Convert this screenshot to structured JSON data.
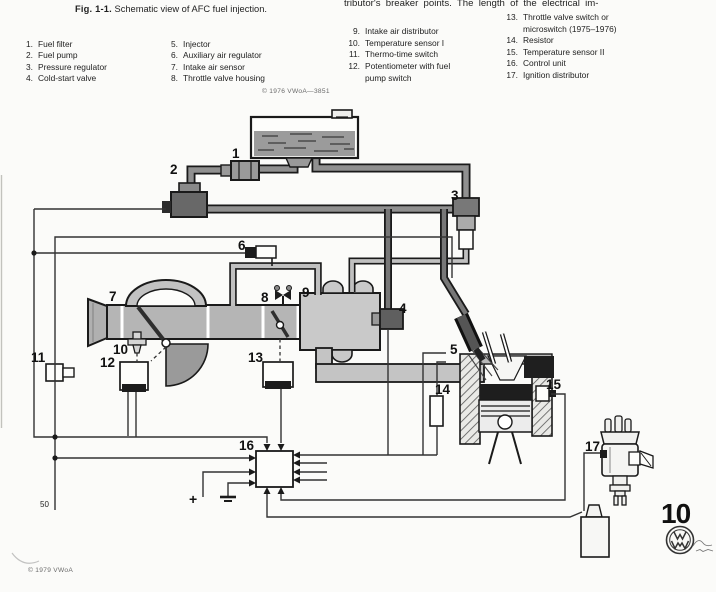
{
  "page": {
    "top_right_line": "tributor's breaker points. The length of the electrical im-",
    "caption_label": "Fig. 1-1.",
    "caption_text": " Schematic view of AFC fuel injection.",
    "credit_top": "© 1976 VWoA—3851",
    "credit_bottom": "© 1979 VWoA",
    "page_number": "10"
  },
  "legend": {
    "column1": [
      {
        "num": "1.",
        "line1": "Fuel filter"
      },
      {
        "num": "2.",
        "line1": "Fuel pump"
      },
      {
        "num": "3.",
        "line1": "Pressure regulator"
      },
      {
        "num": "4.",
        "line1": "Cold-start valve"
      }
    ],
    "column2": [
      {
        "num": "5.",
        "line1": "Injector"
      },
      {
        "num": "6.",
        "line1": "Auxiliary air regulator"
      },
      {
        "num": "7.",
        "line1": "Intake air sensor"
      },
      {
        "num": "8.",
        "line1": "Throttle valve housing"
      }
    ],
    "column3": [
      {
        "num": "9.",
        "line1": "Intake air distributor"
      },
      {
        "num": "10.",
        "line1": "Temperature sensor I"
      },
      {
        "num": "11.",
        "line1": "Thermo-time switch"
      },
      {
        "num": "12.",
        "line1": "Potentiometer with fuel",
        "line2": "pump switch"
      }
    ],
    "column4": [
      {
        "num": "13.",
        "line1": "Throttle valve switch or",
        "line2": "microswitch (1975–1976)"
      },
      {
        "num": "14.",
        "line1": "Resistor"
      },
      {
        "num": "15.",
        "line1": "Temperature sensor II"
      },
      {
        "num": "16.",
        "line1": "Control unit"
      },
      {
        "num": "17.",
        "line1": "Ignition distributor"
      }
    ]
  },
  "diagram": {
    "callouts": {
      "c1": "1",
      "c2": "2",
      "c3": "3",
      "c4": "4",
      "c5": "5",
      "c6": "6",
      "c7": "7",
      "c8": "8",
      "c9": "9",
      "c10": "10",
      "c11": "11",
      "c12": "12",
      "c13": "13",
      "c14": "14",
      "c15": "15",
      "c16": "16",
      "c17": "17"
    },
    "plus_terminal": "+",
    "terminal_50": "50"
  },
  "colors": {
    "paper": "#fbfbf9",
    "ink": "#1a1a1a",
    "fuel_line": "#8f8f8f",
    "dark_part": "#666666",
    "duct_gray": "#b5b5b5",
    "plenum_gray": "#c9c9c9",
    "hose_gray": "#c0c0c0"
  }
}
